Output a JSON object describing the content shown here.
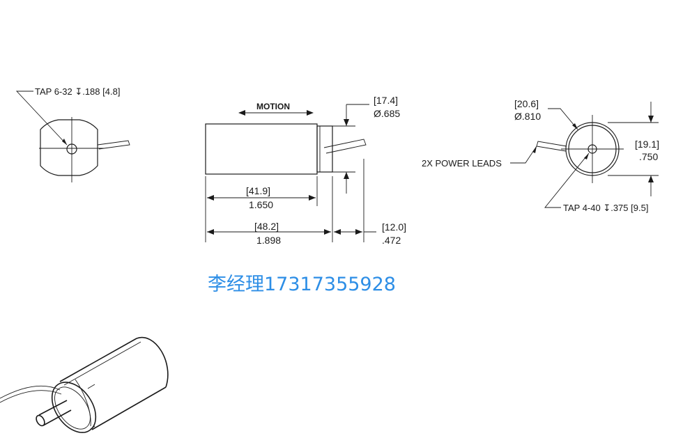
{
  "left_end_view": {
    "tap_callout": "TAP 6-32 ↧.188 [4.8]"
  },
  "side_view": {
    "motion_label": "MOTION",
    "shaft_dia_mm": "[17.4]",
    "shaft_dia_in": "Ø.685",
    "body_len_mm": "[41.9]",
    "body_len_in": "1.650",
    "total_len_mm": "[48.2]",
    "total_len_in": "1.898",
    "lead_len_mm": "[12.0]",
    "lead_len_in": ".472"
  },
  "right_end_view": {
    "outer_dia_mm": "[20.6]",
    "outer_dia_in": "Ø.810",
    "height_mm": "[19.1]",
    "height_in": ".750",
    "leads_label": "2X POWER LEADS",
    "tap_callout": "TAP 4-40 ↧.375 [9.5]"
  },
  "contact": {
    "text": "李经理17317355928"
  }
}
